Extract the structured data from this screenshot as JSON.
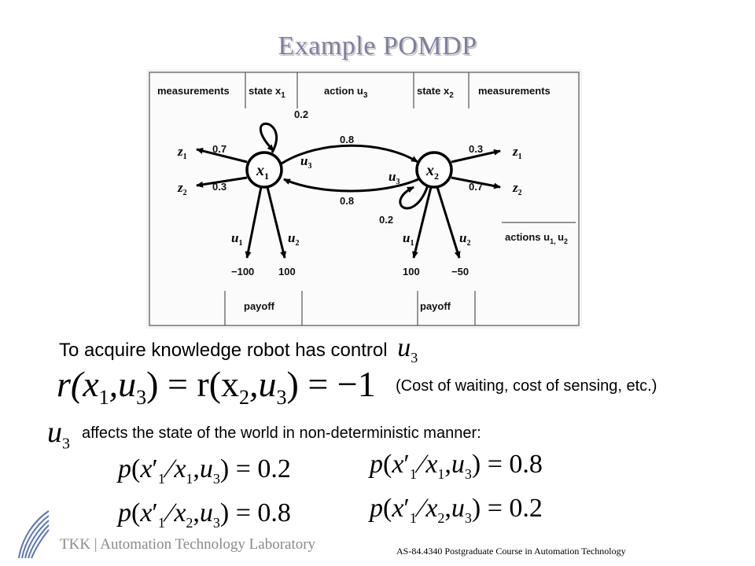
{
  "title": "Example POMDP",
  "diagram": {
    "header_measurements_left": "measurements",
    "header_state_x1": "state x",
    "header_state_x1_sub": "1",
    "header_action": "action u",
    "header_action_sub": "3",
    "header_state_x2": "state x",
    "header_state_x2_sub": "2",
    "header_measurements_right": "measurements",
    "node_x1": "x",
    "node_x1_sub": "1",
    "node_x2": "x",
    "node_x2_sub": "2",
    "self_loop_x1_prob": "0.2",
    "self_loop_x2_prob": "0.2",
    "arc_x1_to_x2_prob": "0.8",
    "arc_x2_to_x1_prob": "0.8",
    "u3_label": "u",
    "u3_sub": "3",
    "x1_z1_prob": "0.7",
    "x1_z2_prob": "0.3",
    "x2_z1_prob": "0.3",
    "x2_z2_prob": "0.7",
    "z_label": "z",
    "z1_sub": "1",
    "z2_sub": "2",
    "u_label": "u",
    "u1_sub": "1",
    "u2_sub": "2",
    "payoff_x1_u1": "−100",
    "payoff_x1_u2": "100",
    "payoff_x2_u1": "100",
    "payoff_x2_u2": "−50",
    "payoff_left": "payoff",
    "payoff_right": "payoff",
    "actions_legend": "actions u",
    "actions_legend_subs": "1, ",
    "actions_legend_u2": "u",
    "actions_legend_u2_sub": "2"
  },
  "caption": "To acquire knowledge robot has control",
  "u3_symbol": "u",
  "u3_sub": "3",
  "reward_equation": {
    "lhs": "r(x",
    "x1_sub": "1",
    "mid1": ",u",
    "u3_sub": "3",
    "mid2": ") = r(x",
    "x2_sub": "2",
    "mid3": ",u",
    "u3_sub2": "3",
    "rhs": ") = −1"
  },
  "cost_note": "(Cost of waiting, cost of sensing, etc.)",
  "affects_text": "affects the state of the world in non-deterministic manner:",
  "transitions": [
    {
      "cond_state_sub": "1",
      "value": "0.2"
    },
    {
      "cond_state_sub": "1",
      "value": "0.8"
    },
    {
      "cond_state_sub": "2",
      "value": "0.8"
    },
    {
      "cond_state_sub": "2",
      "value": "0.2"
    }
  ],
  "footer_lab": "TKK | Automation Technology Laboratory",
  "footer_course": "AS-84.4340 Postgraduate Course in Automation Technology",
  "colors": {
    "title": "#7f7fa2",
    "footer_lab": "#8a8a8a",
    "logo": "#5a74b8"
  }
}
